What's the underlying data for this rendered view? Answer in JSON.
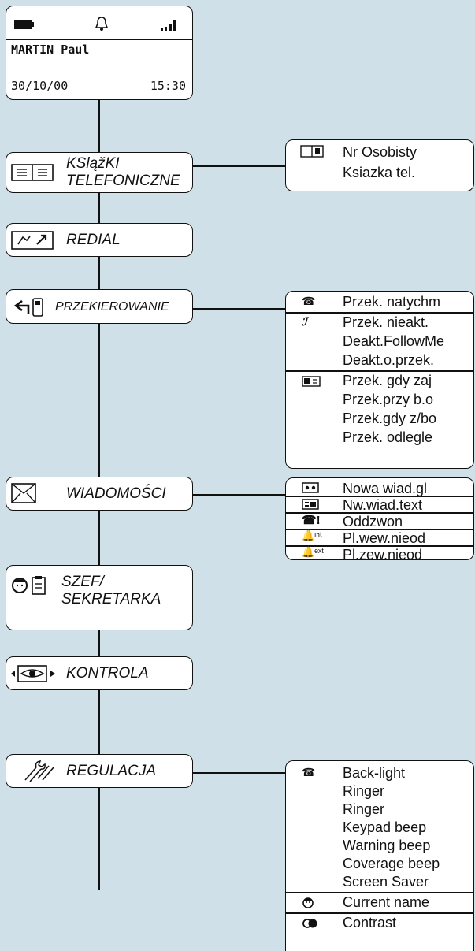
{
  "screen": {
    "name": "MARTIN Paul",
    "date": "30/10/00",
    "time": "15:30",
    "icons": [
      "battery-icon",
      "bell-icon",
      "signal-icon"
    ]
  },
  "menus": {
    "phonebook": [
      "KSląžKI",
      "TELEFONICZNE"
    ],
    "redial": "REDIAL",
    "forwarding": "PRZEKIEROWANIE",
    "messages": "WIADOMOŚCI",
    "boss": [
      "SZEF/",
      "SEKRETARKA"
    ],
    "control": "KONTROLA",
    "settings": "REGULACJA"
  },
  "submenus": {
    "phonebook": [
      "Nr Osobisty",
      "Ksiazka tel."
    ],
    "forwarding": [
      "Przek. natychm",
      "Przek. nieakt.",
      "Deakt.FollowMe",
      "Deakt.o.przek.",
      "Przek. gdy zaj",
      "Przek.przy b.o",
      "Przek.gdy z/bo",
      "Przek. odlegle"
    ],
    "messages": [
      "Nowa wiad.gl",
      "Nw.wiad.text",
      "Oddzwon",
      "Pl.wew.nieod",
      "Pl.zew.nieod"
    ],
    "settings": [
      "Back-light",
      "Ringer",
      "Ringer",
      "Keypad beep",
      "Warning beep",
      "Coverage beep",
      "Screen Saver",
      "Current name",
      "Contrast"
    ]
  }
}
